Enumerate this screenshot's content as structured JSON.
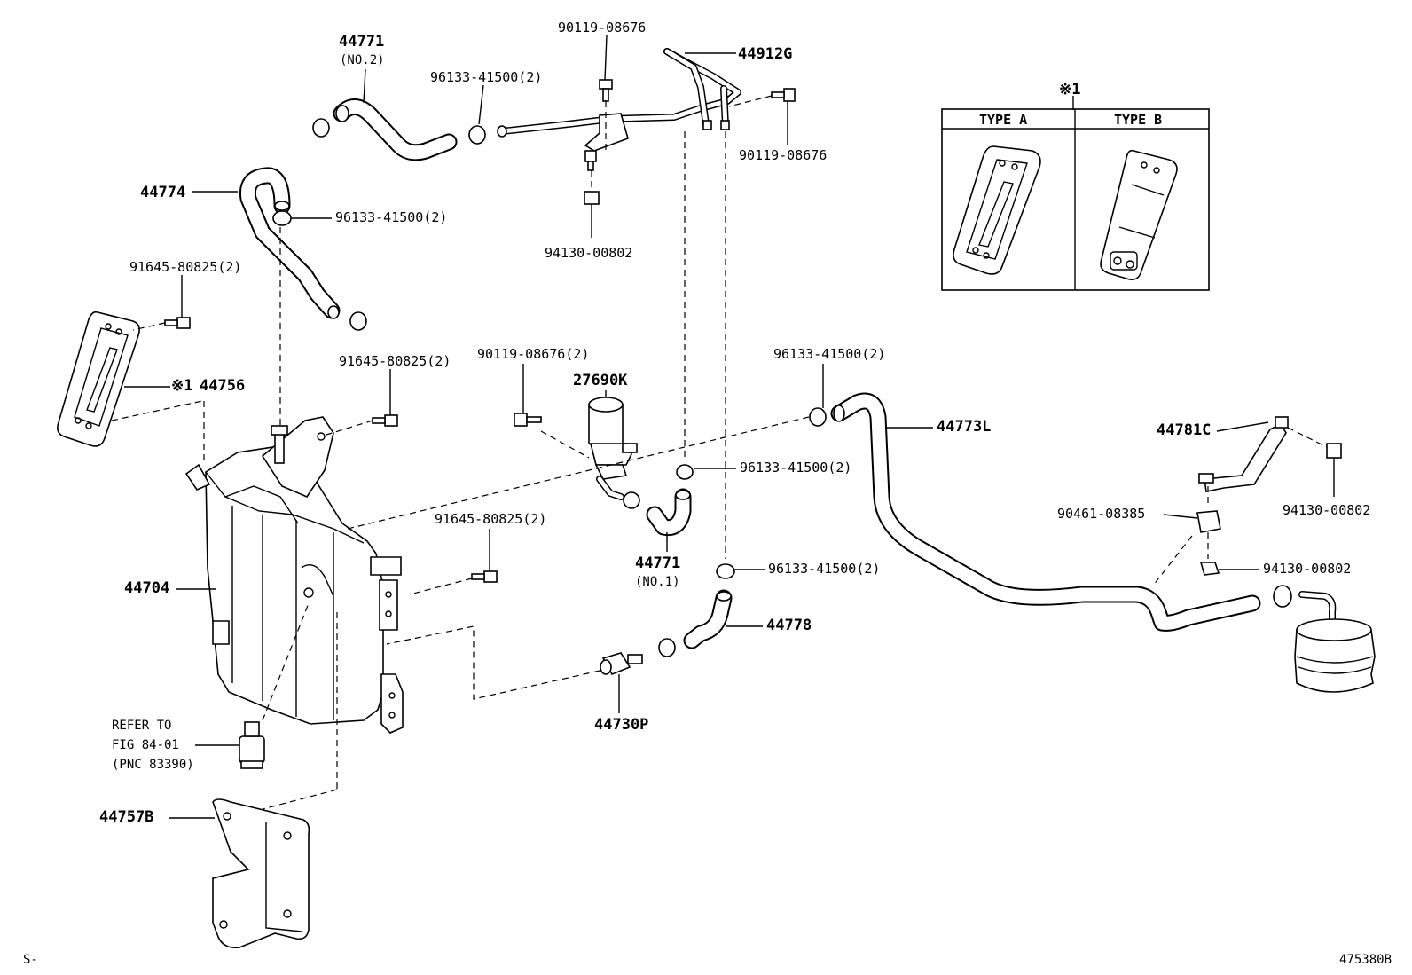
{
  "labels": {
    "p44771_top": "44771",
    "p44771_top_sub": "(NO.2)",
    "p96133_top": "96133-41500(2)",
    "p90119_top": "90119-08676",
    "p44912g": "44912G",
    "p90119_right": "90119-08676",
    "p94130_top": "94130-00802",
    "p44774": "44774",
    "p96133_44774": "96133-41500(2)",
    "p91645_left": "91645-80825(2)",
    "p44756_mark": "※1",
    "p44756": "44756",
    "p91645_mid": "91645-80825(2)",
    "p90119_mid": "90119-08676(2)",
    "p27690k": "27690K",
    "p96133_44773l": "96133-41500(2)",
    "p44773l": "44773L",
    "p96133_mid": "96133-41500(2)",
    "p44781c": "44781C",
    "p94130_right1": "94130-00802",
    "p90461": "90461-08385",
    "p94130_right2": "94130-00802",
    "p91645_low": "91645-80825(2)",
    "p44771_mid": "44771",
    "p44771_mid_sub": "(NO.1)",
    "p96133_low": "96133-41500(2)",
    "p44778": "44778",
    "p44704": "44704",
    "p44730p": "44730P",
    "refer_line1": "REFER TO",
    "refer_line2": "FIG 84-01",
    "refer_line3": "(PNC 83390)",
    "p44757b": "44757B",
    "footer_left": "S-",
    "footer_right": "475380B"
  },
  "inset": {
    "mark": "※1",
    "type_a": "TYPE A",
    "type_b": "TYPE B"
  }
}
